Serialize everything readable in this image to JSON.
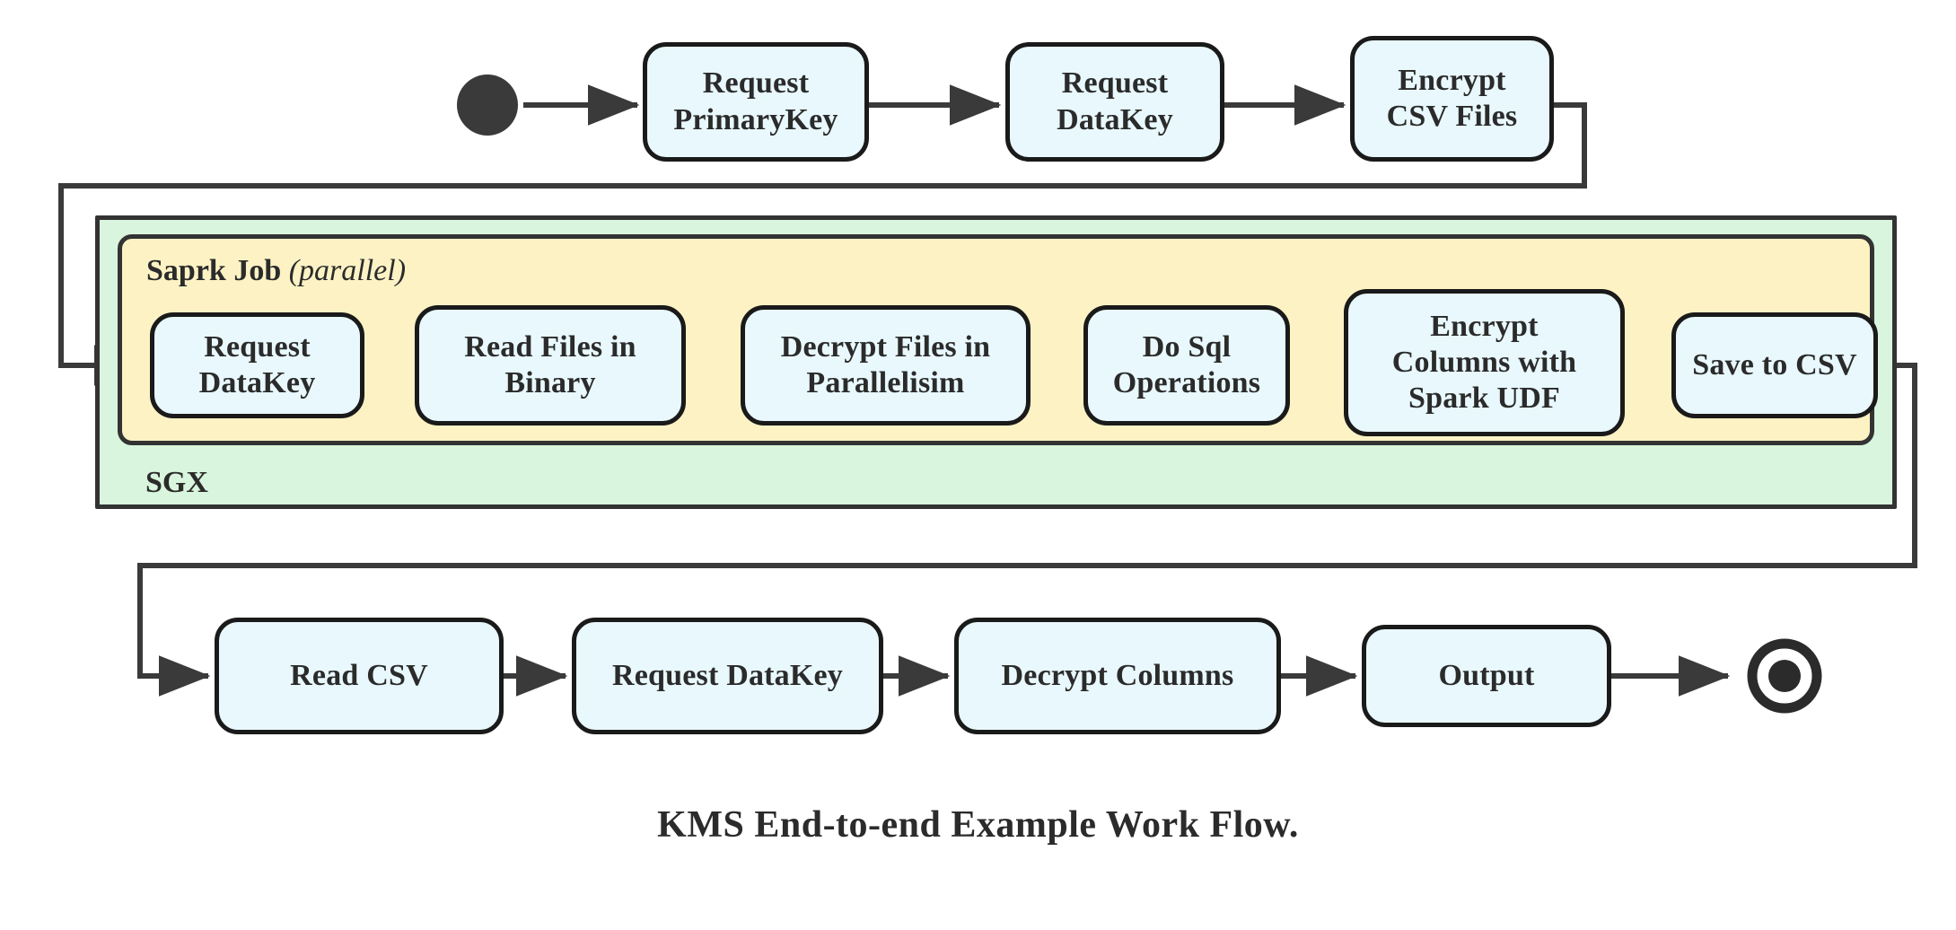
{
  "diagram": {
    "caption": "KMS End-to-end Example Work Flow.",
    "colors": {
      "node_fill": "#e8f8fd",
      "node_stroke": "#1a1a1a",
      "sgx_fill": "#d9f5dd",
      "spark_fill": "#fcf2c4",
      "container_stroke": "#333333",
      "edge_stroke": "#3a3a3a",
      "text": "#2b2b2b",
      "background": "#ffffff"
    },
    "start_node": {
      "name": "start-node",
      "shape": "filled-circle"
    },
    "end_node": {
      "name": "end-node",
      "shape": "bullseye-circle"
    },
    "containers": [
      {
        "id": "sgx",
        "label": "SGX",
        "label_position": "bottom-left"
      },
      {
        "id": "spark_job",
        "label": "Saprk Job",
        "label_modifier": "(parallel)",
        "label_position": "top-left"
      }
    ],
    "rows": {
      "top": [
        {
          "id": "request-primarykey",
          "label": "Request\nPrimaryKey"
        },
        {
          "id": "request-datakey-top",
          "label": "Request\nDataKey"
        },
        {
          "id": "encrypt-csv-files",
          "label": "Encrypt\nCSV Files"
        }
      ],
      "spark": [
        {
          "id": "request-datakey-spark",
          "label": "Request\nDataKey"
        },
        {
          "id": "read-files-in-binary",
          "label": "Read Files in\nBinary"
        },
        {
          "id": "decrypt-files-in-parallelisim",
          "label": "Decrypt Files in\nParallelisim"
        },
        {
          "id": "do-sql-operations",
          "label": "Do Sql\nOperations"
        },
        {
          "id": "encrypt-columns-with-spark-udf",
          "label": "Encrypt\nColumns with\nSpark UDF"
        },
        {
          "id": "save-to-csv",
          "label": "Save to CSV"
        }
      ],
      "bottom": [
        {
          "id": "read-csv",
          "label": "Read CSV"
        },
        {
          "id": "request-datakey-bottom",
          "label": "Request DataKey"
        },
        {
          "id": "decrypt-columns",
          "label": "Decrypt Columns"
        },
        {
          "id": "output",
          "label": "Output"
        }
      ]
    }
  }
}
